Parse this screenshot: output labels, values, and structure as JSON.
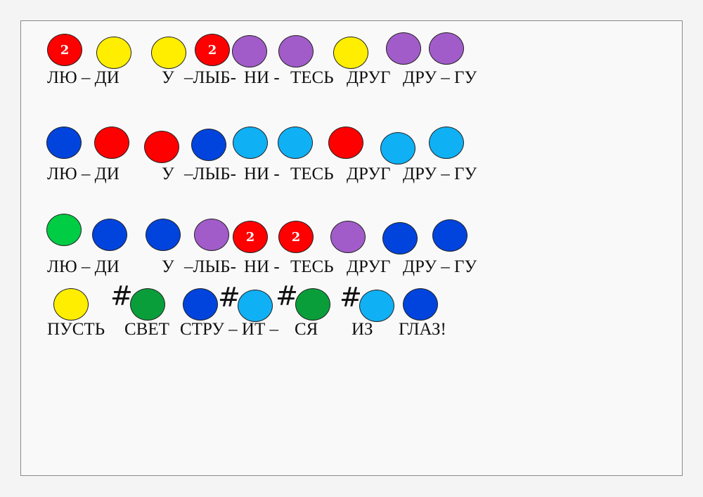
{
  "colors": {
    "red": "#ff0000",
    "yellow": "#ffee00",
    "violet": "#a25cc9",
    "blue": "#0044dd",
    "lightblue": "#10b0f4",
    "green": "#00cc44",
    "darkgreen": "#0a9e3a"
  },
  "rows": [
    {
      "notes": [
        {
          "color": "red",
          "label": "2"
        },
        {
          "color": "yellow",
          "label": ""
        },
        {
          "color": "yellow",
          "label": ""
        },
        {
          "color": "red",
          "label": "2"
        },
        {
          "color": "violet",
          "label": ""
        },
        {
          "color": "violet",
          "label": ""
        },
        {
          "color": "yellow",
          "label": ""
        },
        {
          "color": "violet",
          "label": ""
        },
        {
          "color": "violet",
          "label": ""
        }
      ],
      "syllables": [
        "ЛЮ – ДИ",
        "У",
        "–ЛЫБ-",
        "НИ -",
        "ТЕСЬ",
        "ДРУГ",
        "ДРУ – ГУ"
      ]
    },
    {
      "notes": [
        {
          "color": "blue",
          "label": ""
        },
        {
          "color": "red",
          "label": ""
        },
        {
          "color": "red",
          "label": ""
        },
        {
          "color": "blue",
          "label": ""
        },
        {
          "color": "lightblue",
          "label": ""
        },
        {
          "color": "lightblue",
          "label": ""
        },
        {
          "color": "red",
          "label": ""
        },
        {
          "color": "lightblue",
          "label": ""
        },
        {
          "color": "lightblue",
          "label": ""
        }
      ],
      "syllables": [
        "ЛЮ – ДИ",
        "У",
        "–ЛЫБ-",
        "НИ -",
        "ТЕСЬ",
        "ДРУГ",
        "ДРУ – ГУ"
      ]
    },
    {
      "notes": [
        {
          "color": "green",
          "label": ""
        },
        {
          "color": "blue",
          "label": ""
        },
        {
          "color": "blue",
          "label": ""
        },
        {
          "color": "violet",
          "label": ""
        },
        {
          "color": "red",
          "label": "2"
        },
        {
          "color": "red",
          "label": "2"
        },
        {
          "color": "violet",
          "label": ""
        },
        {
          "color": "blue",
          "label": ""
        },
        {
          "color": "blue",
          "label": ""
        }
      ],
      "syllables": [
        "ЛЮ – ДИ",
        "У",
        "–ЛЫБ-",
        "НИ -",
        "ТЕСЬ",
        "ДРУГ",
        "ДРУ – ГУ"
      ]
    },
    {
      "notes": [
        {
          "color": "yellow",
          "label": "",
          "sharp": false
        },
        {
          "color": "darkgreen",
          "label": "",
          "sharp": true
        },
        {
          "color": "blue",
          "label": "",
          "sharp": false
        },
        {
          "color": "lightblue",
          "label": "",
          "sharp": true
        },
        {
          "color": "darkgreen",
          "label": "",
          "sharp": true
        },
        {
          "color": "lightblue",
          "label": "",
          "sharp": true
        },
        {
          "color": "blue",
          "label": "",
          "sharp": false
        }
      ],
      "sharp_symbol": "#",
      "syllables": [
        "ПУСТЬ",
        "СВЕТ",
        "СТРУ – ИТ –",
        "СЯ",
        "ИЗ",
        "ГЛАЗ!"
      ]
    }
  ]
}
